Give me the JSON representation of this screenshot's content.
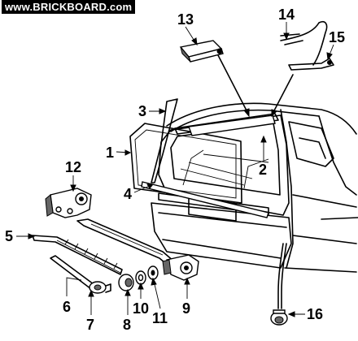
{
  "watermark": "www.BRICKBOARD.com",
  "callouts": [
    {
      "id": "1",
      "label": "1"
    },
    {
      "id": "2",
      "label": "2"
    },
    {
      "id": "3",
      "label": "3"
    },
    {
      "id": "4",
      "label": "4"
    },
    {
      "id": "5",
      "label": "5"
    },
    {
      "id": "6",
      "label": "6"
    },
    {
      "id": "7",
      "label": "7"
    },
    {
      "id": "8",
      "label": "8"
    },
    {
      "id": "9",
      "label": "9"
    },
    {
      "id": "10",
      "label": "10"
    },
    {
      "id": "11",
      "label": "11"
    },
    {
      "id": "12",
      "label": "12"
    },
    {
      "id": "13",
      "label": "13"
    },
    {
      "id": "14",
      "label": "14"
    },
    {
      "id": "15",
      "label": "15"
    },
    {
      "id": "16",
      "label": "16"
    }
  ]
}
